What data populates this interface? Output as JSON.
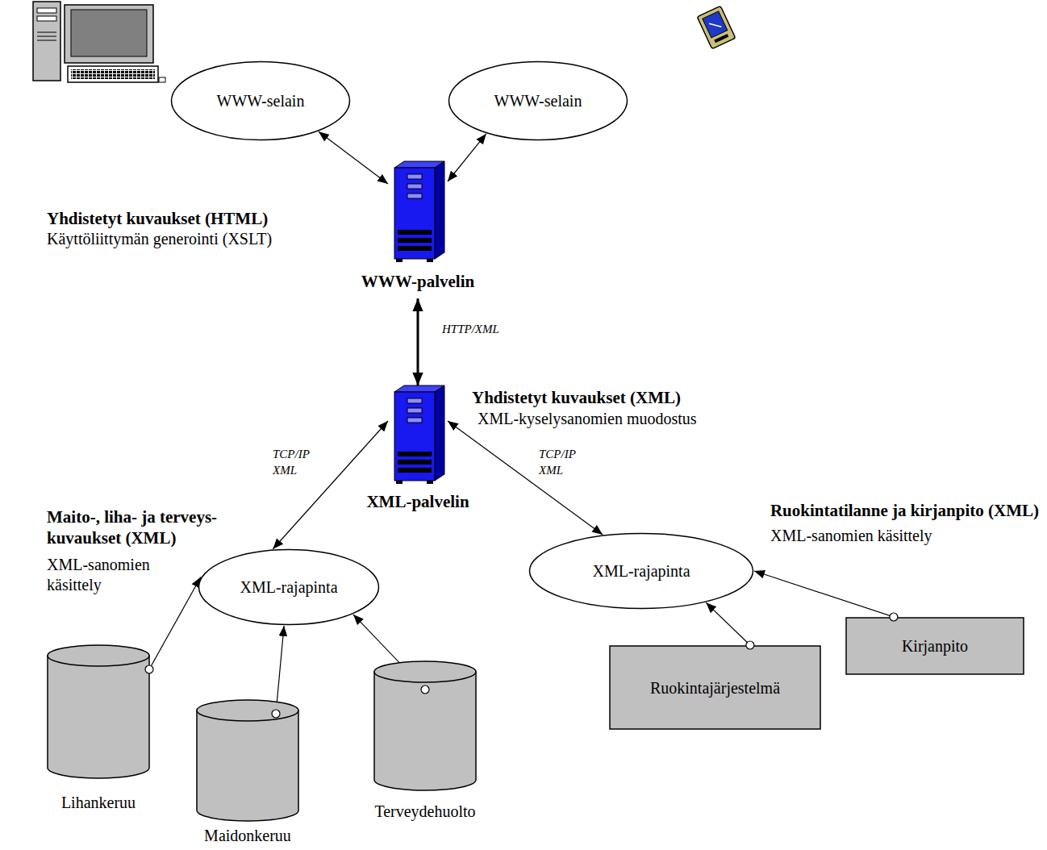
{
  "diagram": {
    "nodes": [
      {
        "text": [
          "WWW-selain"
        ]
      },
      {
        "text": [
          "WWW-selain"
        ]
      },
      {
        "text": [
          "WWW-palvelin"
        ]
      },
      {
        "text": [
          "XML-palvelin"
        ]
      },
      {
        "text": [
          "XML-rajapinta"
        ]
      },
      {
        "text": [
          "XML-rajapinta"
        ]
      },
      {
        "text": [
          "Lihankeruu"
        ]
      },
      {
        "text": [
          "Maidonkeruu"
        ]
      },
      {
        "text": [
          "Terveydehuolto"
        ]
      },
      {
        "text": [
          "Ruokintajärjestelmä"
        ]
      },
      {
        "text": [
          "Kirjanpito"
        ]
      }
    ],
    "edges": [
      {
        "from": 0,
        "to": 2,
        "arrow": "both"
      },
      {
        "from": 1,
        "to": 2,
        "arrow": "both"
      },
      {
        "from": 2,
        "to": 3,
        "arrow": "both",
        "label": "HTTP/XML"
      },
      {
        "from": 3,
        "to": 4,
        "arrow": "both",
        "label": "TCP/IP XML"
      },
      {
        "from": 3,
        "to": 5,
        "arrow": "both",
        "label": "TCP/IP XML"
      },
      {
        "from": 6,
        "to": 4,
        "arrow": "to"
      },
      {
        "from": 7,
        "to": 4,
        "arrow": "to"
      },
      {
        "from": 8,
        "to": 4,
        "arrow": "to"
      },
      {
        "from": 9,
        "to": 5,
        "arrow": "to"
      },
      {
        "from": 10,
        "to": 5,
        "arrow": "to"
      }
    ],
    "labels": [
      "Yhdistetyt kuvaukset (HTML)",
      "Käyttöliittymän generointi (XSLT)",
      "Yhdistetyt kuvaukset (XML)",
      "XML-kyselysanomien muodostus",
      "Maito-, liha- ja terveys- kuvaukset (XML)",
      "XML-sanomien käsittely",
      "Ruokintatilanne ja kirjanpito (XML)",
      "XML-sanomien käsittely"
    ]
  }
}
